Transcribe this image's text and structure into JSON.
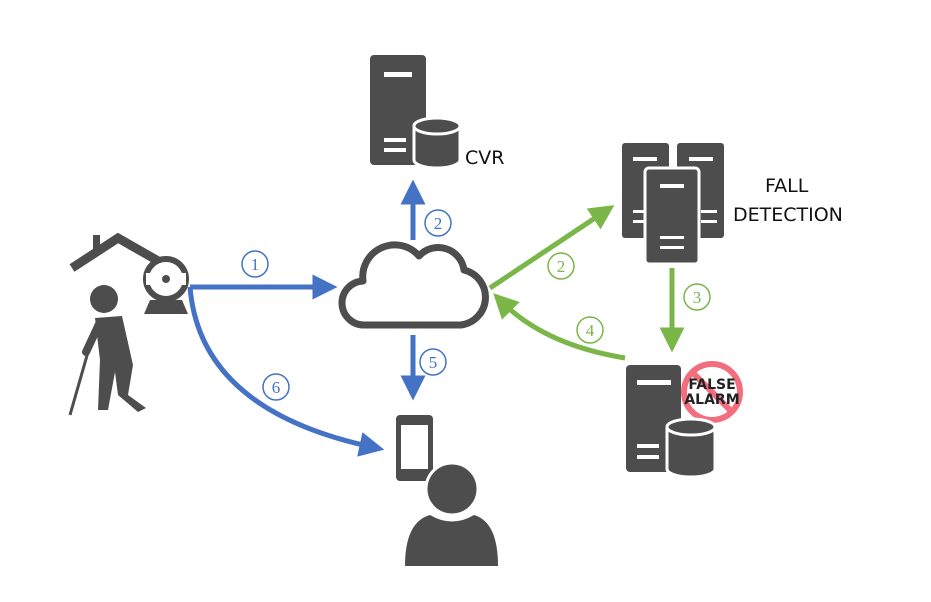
{
  "colors": {
    "blue": "#4472c4",
    "green": "#7ab648",
    "icon": "#4d4d4d",
    "no_sign": "#f26d7d"
  },
  "nodes": {
    "cvr": {
      "label": "CVR",
      "icon": "server-database-icon"
    },
    "fall_detection": {
      "label_line1": "FALL",
      "label_line2": "DETECTION",
      "icon": "server-cluster-icon"
    },
    "false_alarm": {
      "badge_line1": "FALSE",
      "badge_line2": "ALARM",
      "icon": "server-database-icon"
    },
    "cloud": {
      "icon": "cloud-icon"
    },
    "home": {
      "icon": "elderly-person-house-camera-icon"
    },
    "caregiver": {
      "icon": "person-smartphone-icon"
    }
  },
  "edges": [
    {
      "step": "1",
      "from": "camera",
      "to": "cloud",
      "color": "blue"
    },
    {
      "step": "2",
      "from": "cloud",
      "to": "cvr",
      "color": "blue"
    },
    {
      "step": "5",
      "from": "cloud",
      "to": "phone",
      "color": "blue"
    },
    {
      "step": "6",
      "from": "camera",
      "to": "phone",
      "color": "blue"
    },
    {
      "step": "2",
      "from": "cloud",
      "to": "fall_detection",
      "color": "green"
    },
    {
      "step": "3",
      "from": "fall_detection",
      "to": "false_alarm",
      "color": "green"
    },
    {
      "step": "4",
      "from": "false_alarm",
      "to": "cloud",
      "color": "green"
    }
  ]
}
